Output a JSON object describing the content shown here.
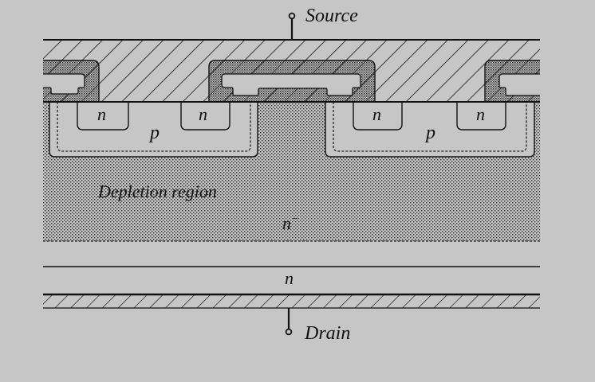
{
  "diagram": {
    "title": "Vertical power MOSFET cross-section",
    "terminals": {
      "source": "Source",
      "drain": "Drain"
    },
    "regions": {
      "n_plus": [
        "n",
        "n",
        "n",
        "n"
      ],
      "p_wells": [
        "p",
        "p"
      ],
      "depletion": "Depletion region",
      "drift": "n",
      "drift_superscript": "−",
      "substrate": "n"
    },
    "colors": {
      "background": "#c6c6c6",
      "stroke": "#111111",
      "dots": "#222222"
    }
  }
}
